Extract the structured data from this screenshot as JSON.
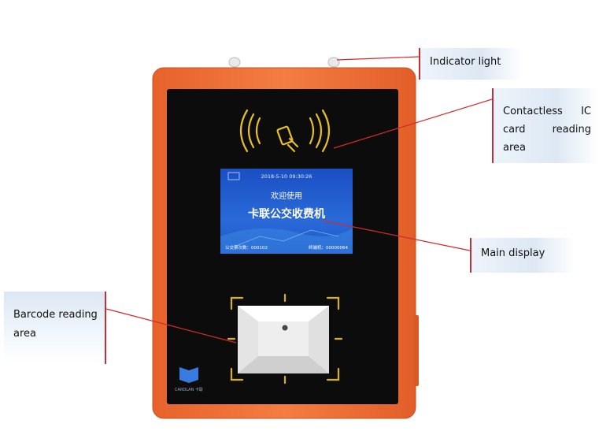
{
  "callouts": {
    "indicator": "Indicator light",
    "contactless": "Contactless IC card reading area",
    "display": "Main display",
    "barcode": "Barcode reading area"
  },
  "screen": {
    "datetime": "2018-5-10   09:30:26",
    "welcome": "欢迎使用",
    "title": "卡联公交收费机",
    "count_label": "公交票次数：000102",
    "terminal_label": "终端机：00000064"
  },
  "logo": {
    "brand": "CARDLAN 卡联"
  },
  "colors": {
    "shell": "#f0753a",
    "panel": "#0c0c0c",
    "screen": "#1f57c8",
    "accent": "#e8c020",
    "leader": "#d42a2a"
  }
}
